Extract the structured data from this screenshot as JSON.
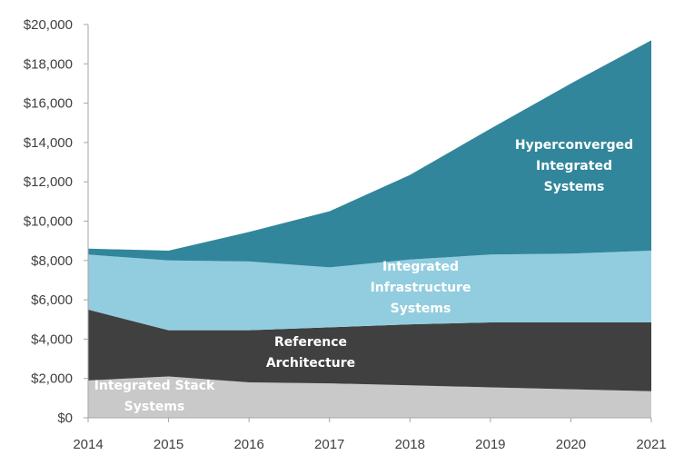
{
  "chart_data": {
    "type": "area",
    "stacked": true,
    "title": "",
    "xlabel": "",
    "ylabel": "",
    "x": [
      "2014",
      "2015",
      "2016",
      "2017",
      "2018",
      "2019",
      "2020",
      "2021"
    ],
    "ylim": [
      0,
      20000
    ],
    "yticks": [
      "$0",
      "$2,000",
      "$4,000",
      "$6,000",
      "$8,000",
      "$10,000",
      "$12,000",
      "$14,000",
      "$16,000",
      "$18,000",
      "$20,000"
    ],
    "ytick_values": [
      0,
      2000,
      4000,
      6000,
      8000,
      10000,
      12000,
      14000,
      16000,
      18000,
      20000
    ],
    "grid": false,
    "legend": "none",
    "series": [
      {
        "name": "Integrated Stack Systems",
        "label_lines": [
          "Integrated Stack",
          "Systems"
        ],
        "values": [
          1900,
          2100,
          1800,
          1750,
          1650,
          1550,
          1450,
          1350
        ],
        "color": "#c9c9c9",
        "label_color": "#ffffff"
      },
      {
        "name": "Reference Architecture",
        "label_lines": [
          "Reference",
          "Architecture"
        ],
        "values": [
          3600,
          2350,
          2650,
          2850,
          3100,
          3300,
          3400,
          3500
        ],
        "color": "#404040",
        "label_color": "#ffffff"
      },
      {
        "name": "Integrated Infrastructure Systems",
        "label_lines": [
          "Integrated",
          "Infrastructure",
          "Systems"
        ],
        "values": [
          2800,
          3550,
          3500,
          3050,
          3300,
          3450,
          3500,
          3650
        ],
        "color": "#92cddf",
        "label_color": "#ffffff"
      },
      {
        "name": "Hyperconverged Integrated Systems",
        "label_lines": [
          "Hyperconverged",
          "Integrated",
          "Systems"
        ],
        "values": [
          300,
          500,
          1500,
          2850,
          4300,
          6400,
          8650,
          10700
        ],
        "color": "#31869b",
        "label_color": "#ffffff"
      }
    ]
  }
}
